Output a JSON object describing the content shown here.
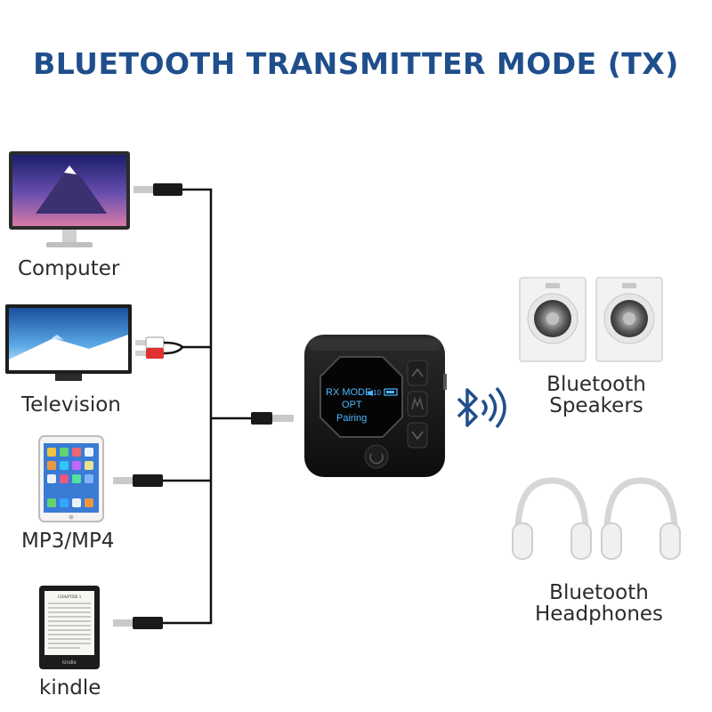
{
  "title": "BLUETOOTH TRANSMITTER MODE (TX)",
  "sources": [
    {
      "label": "Computer"
    },
    {
      "label": "Television"
    },
    {
      "label": "MP3/MP4"
    },
    {
      "label": "kindle"
    }
  ],
  "outputs": [
    {
      "line1": "Bluetooth",
      "line2": "Speakers"
    },
    {
      "line1": "Bluetooth",
      "line2": "Headphones"
    }
  ],
  "device_screen": {
    "mode": "RX MODE",
    "level": "10",
    "input": "OPT",
    "status": "Pairing"
  },
  "ebook": {
    "chapter": "CHAPTER 1",
    "brand": "kindle"
  },
  "colors": {
    "title": "#1f4e8c",
    "bluetooth_icon": "#1f4e8c",
    "screen_text": "#4db8ff",
    "cable": "#111111"
  }
}
